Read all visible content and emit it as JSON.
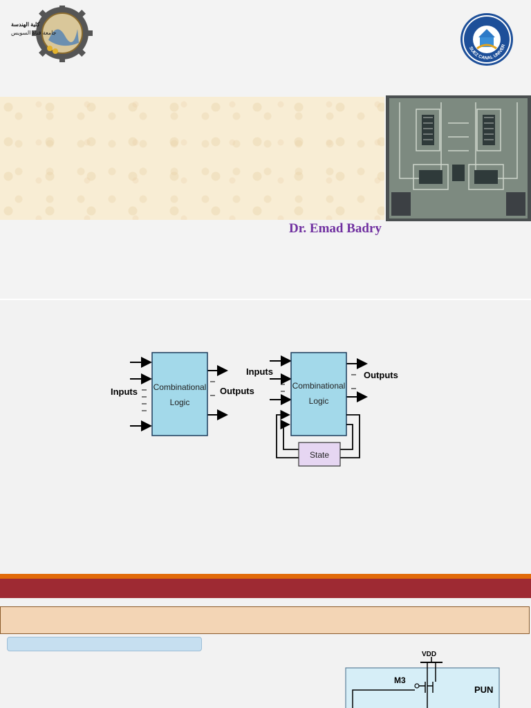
{
  "slide1": {
    "author": "Dr. Emad Badry",
    "faculty_logo_text": [
      "كلية الهندسة",
      "جامعة قناة السويس"
    ],
    "university_logo_text": "SUEZ CANAL UNIVERSITY"
  },
  "slide2": {
    "combinational": {
      "inputs_label": "Inputs",
      "block_label_line1": "Combinational",
      "block_label_line2": "Logic",
      "outputs_label": "Outputs"
    },
    "sequential": {
      "inputs_label": "Inputs",
      "block_label_line1": "Combinational",
      "block_label_line2": "Logic",
      "outputs_label": "Outputs",
      "state_label": "State"
    },
    "colors": {
      "block": "#a3d9ea",
      "state": "#e6d6f2"
    }
  },
  "slide3": {
    "colors": {
      "accent_line": "#e26b0a",
      "header_bar": "#9e2a33",
      "title_bar": "#f3d5b5",
      "pill": "#c6dff0"
    },
    "circuit": {
      "supply_label": "VDD",
      "transistor_label": "M3",
      "network_label": "PUN"
    }
  }
}
